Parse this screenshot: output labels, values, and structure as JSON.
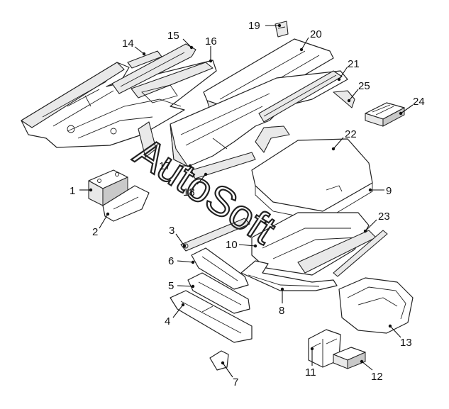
{
  "diagram": {
    "callouts": {
      "c1": "1",
      "c2": "2",
      "c3": "3",
      "c4": "4",
      "c5": "5",
      "c6": "6",
      "c7": "7",
      "c8": "8",
      "c9": "9",
      "c10": "10",
      "c11": "11",
      "c12": "12",
      "c13": "13",
      "c14": "14",
      "c15": "15",
      "c16": "16",
      "c17": "17",
      "c18": "18",
      "c19": "19",
      "c20": "20",
      "c21": "21",
      "c22": "22",
      "c23": "23",
      "c24": "24",
      "c25": "25"
    },
    "watermark": "AutoSoft"
  }
}
